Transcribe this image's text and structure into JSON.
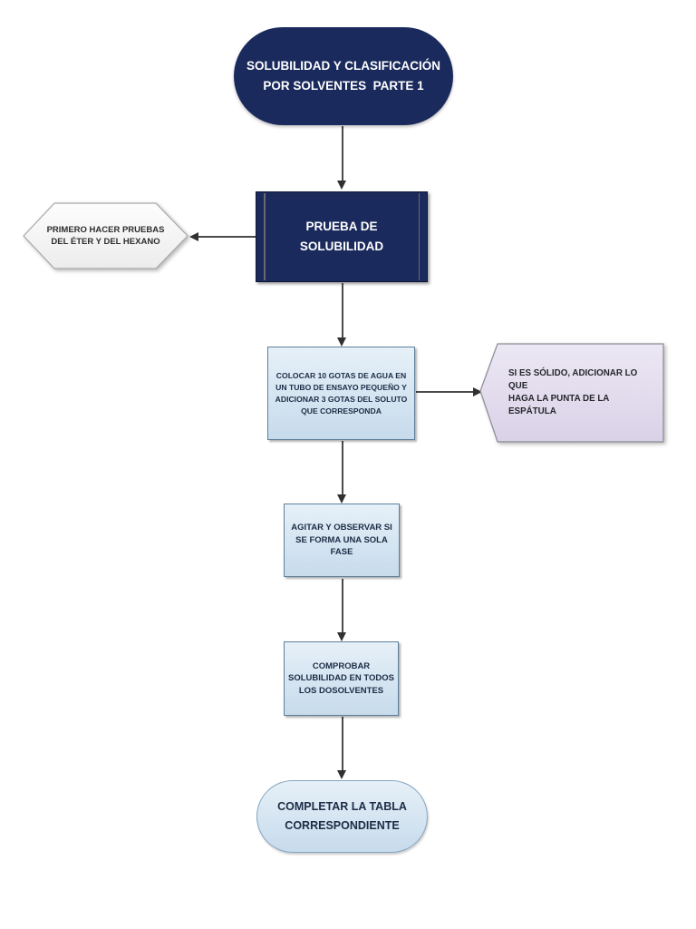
{
  "palette": {
    "page_bg": "#ffffff",
    "navy": "#1b2a5c",
    "white": "#ffffff",
    "box_blue_top": "#e6f0f8",
    "box_blue_bottom": "#c7dbec",
    "box_blue_border": "#5f7f9a",
    "hex_fill_top": "#fdfdfd",
    "hex_fill_bottom": "#ececec",
    "hex_border": "#a8a8a8",
    "pent_fill_top": "#ece7f4",
    "pent_fill_bottom": "#d9d2e7",
    "pent_border": "#8c8c94",
    "terminal_blue_border": "#85a5bf",
    "text_dark": "#1c2c45",
    "arrow": "#4a4a4a",
    "arrow_head": "#303030"
  },
  "nodes": {
    "start": {
      "shape": "stadium-terminal",
      "text": "SOLUBILIDAD Y CLASIFICACIÓN\nPOR SOLVENTES  PARTE 1"
    },
    "prueba": {
      "shape": "predefined-process",
      "text": "PRUEBA DE\nSOLUBILIDAD"
    },
    "eter": {
      "shape": "hexagon-callout",
      "text": "PRIMERO HACER PRUEBAS\nDEL ÉTER Y DEL HEXANO"
    },
    "colocar": {
      "shape": "process-box",
      "text": "COLOCAR 10 GOTAS DE AGUA EN\nUN TUBO DE ENSAYO PEQUEÑO Y\nADICIONAR 3 GOTAS DEL SOLUTO\nQUE CORRESPONDA"
    },
    "solido": {
      "shape": "pentagon-callout",
      "text": "SI ES SÓLIDO, ADICIONAR LO QUE\nHAGA LA PUNTA DE LA ESPÁTULA"
    },
    "agitar": {
      "shape": "process-box",
      "text": "AGITAR Y OBSERVAR SI\nSE FORMA UNA SOLA\nFASE"
    },
    "comprobar": {
      "shape": "process-box",
      "text": "COMPROBAR\nSOLUBILIDAD EN TODOS\nLOS DOSOLVENTES"
    },
    "completar": {
      "shape": "stadium-terminal",
      "text": "COMPLETAR LA TABLA\nCORRESPONDIENTE"
    }
  },
  "connectors": [
    {
      "from": "start",
      "to": "prueba",
      "direction": "down"
    },
    {
      "from": "prueba",
      "to": "eter",
      "direction": "left"
    },
    {
      "from": "prueba",
      "to": "colocar",
      "direction": "down"
    },
    {
      "from": "colocar",
      "to": "solido",
      "direction": "right"
    },
    {
      "from": "colocar",
      "to": "agitar",
      "direction": "down"
    },
    {
      "from": "agitar",
      "to": "comprobar",
      "direction": "down"
    },
    {
      "from": "comprobar",
      "to": "completar",
      "direction": "down"
    }
  ]
}
